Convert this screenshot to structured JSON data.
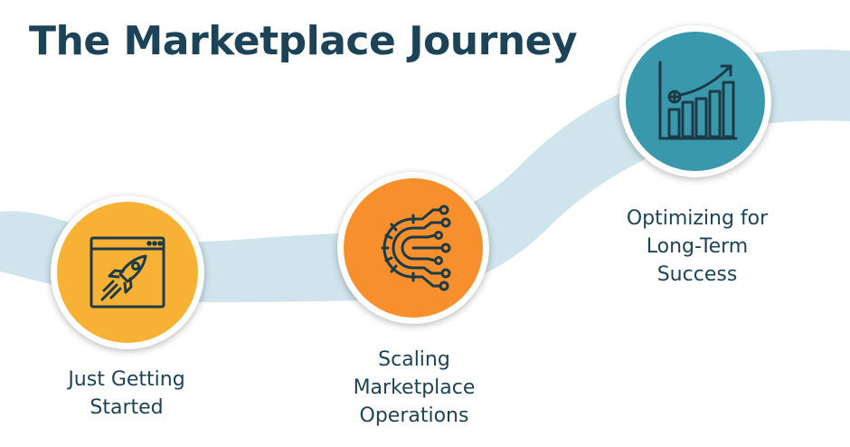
{
  "title": "The Marketplace Journey",
  "colors": {
    "title": "#1c4357",
    "wave": "#cfe4ec",
    "step1": "#f7b236",
    "step2": "#f78f2c",
    "step3": "#3a98ad",
    "icon_stroke": "#1d3a47"
  },
  "steps": [
    {
      "label": "Just Getting\nStarted",
      "icon": "rocket-browser-icon"
    },
    {
      "label": "Scaling\nMarketplace\nOperations",
      "icon": "gear-circuit-icon"
    },
    {
      "label": "Optimizing for\nLong-Term\nSuccess",
      "icon": "growth-chart-icon"
    }
  ]
}
